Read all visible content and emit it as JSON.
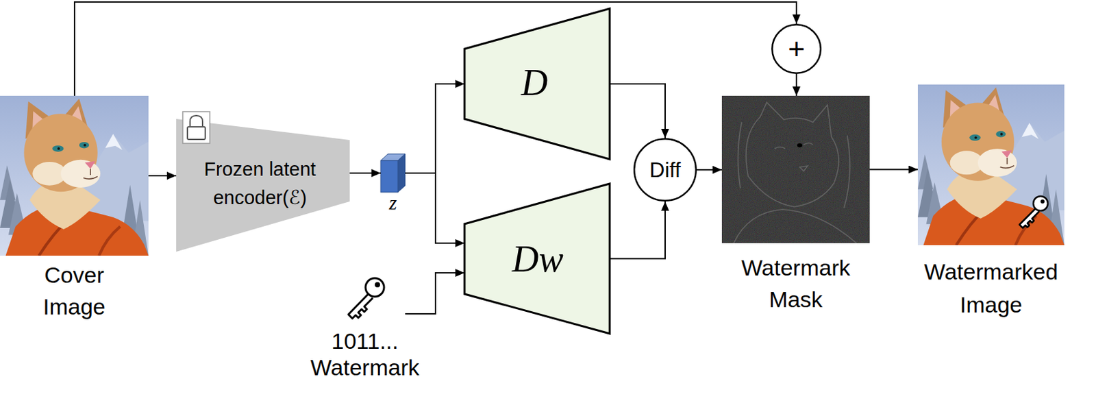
{
  "diagram": {
    "nodes": [
      {
        "text": [
          "Cover Image"
        ]
      },
      {
        "text": [
          "Frozen latent encoder(ℰ)"
        ]
      },
      {
        "text": [
          "z"
        ]
      },
      {
        "text": [
          "D"
        ]
      },
      {
        "text": [
          "Dw"
        ]
      },
      {
        "text": [
          "1011...",
          "Watermark"
        ]
      },
      {
        "text": [
          "Diff"
        ]
      },
      {
        "text": [
          "+"
        ]
      },
      {
        "text": [
          "Watermark Mask"
        ]
      },
      {
        "text": [
          "Watermarked Image"
        ]
      }
    ],
    "edges": [
      {
        "from": 0,
        "to": 1,
        "arrow": "to"
      },
      {
        "from": 0,
        "to": 7,
        "arrow": "to"
      },
      {
        "from": 1,
        "to": 2,
        "arrow": "to"
      },
      {
        "from": 2,
        "to": 3,
        "arrow": "to"
      },
      {
        "from": 2,
        "to": 4,
        "arrow": "to"
      },
      {
        "from": 5,
        "to": 4,
        "arrow": "to"
      },
      {
        "from": 3,
        "to": 6,
        "arrow": "to"
      },
      {
        "from": 4,
        "to": 6,
        "arrow": "to"
      },
      {
        "from": 6,
        "to": 8,
        "arrow": "to"
      },
      {
        "from": 7,
        "to": 8,
        "arrow": "to"
      },
      {
        "from": 8,
        "to": 9,
        "arrow": "to"
      }
    ]
  }
}
